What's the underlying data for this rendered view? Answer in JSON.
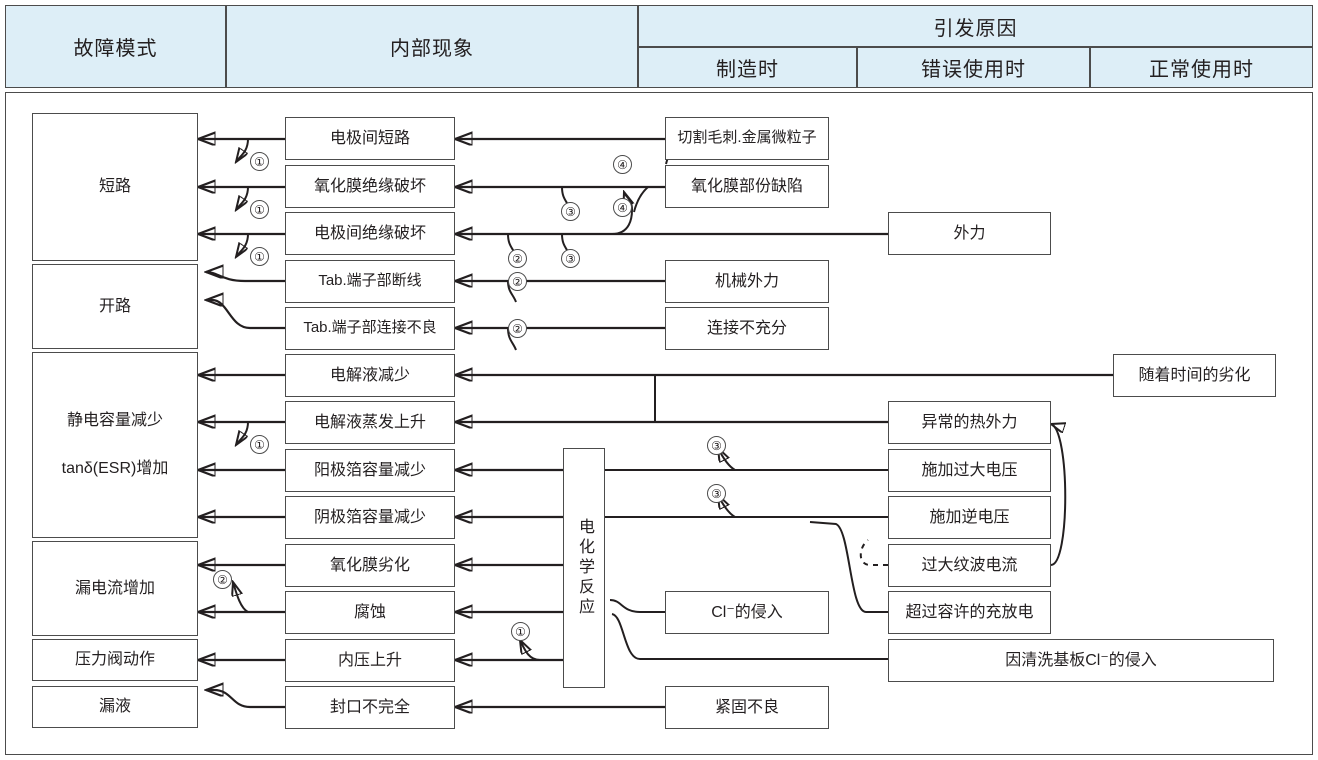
{
  "header": {
    "col_fault_mode": "故障模式",
    "col_internal": "内部现象",
    "col_causes": "引发原因",
    "sub_manufacturing": "制造时",
    "sub_misuse": "错误使用时",
    "sub_normal": "正常使用时"
  },
  "fault_modes": [
    {
      "id": "short",
      "label": "短路"
    },
    {
      "id": "open",
      "label": "开路"
    },
    {
      "id": "cap-drop",
      "label": "静电容量减少\n\ntanδ(ESR)增加"
    },
    {
      "id": "leak-current",
      "label": "漏电流增加"
    },
    {
      "id": "valve",
      "label": "压力阀动作"
    },
    {
      "id": "liquid-leak",
      "label": "漏液"
    }
  ],
  "internal_phenomena": [
    {
      "id": "ip1",
      "label": "电极间短路"
    },
    {
      "id": "ip2",
      "label": "氧化膜绝缘破坏"
    },
    {
      "id": "ip3",
      "label": "电极间绝缘破坏"
    },
    {
      "id": "ip4",
      "label": "Tab.端子部断线"
    },
    {
      "id": "ip5",
      "label": "Tab.端子部连接不良"
    },
    {
      "id": "ip6",
      "label": "电解液减少"
    },
    {
      "id": "ip7",
      "label": "电解液蒸发上升"
    },
    {
      "id": "ip8",
      "label": "阳极箔容量减少"
    },
    {
      "id": "ip9",
      "label": "阴极箔容量减少"
    },
    {
      "id": "ip10",
      "label": "氧化膜劣化"
    },
    {
      "id": "ip11",
      "label": "腐蚀"
    },
    {
      "id": "ip12",
      "label": "内压上升"
    },
    {
      "id": "ip13",
      "label": "封口不完全"
    }
  ],
  "mid_node": {
    "id": "echem",
    "label": "电化学反应"
  },
  "causes_manufacturing": [
    {
      "id": "cm1",
      "label": "切割毛刺.金属微粒子"
    },
    {
      "id": "cm2",
      "label": "氧化膜部份缺陷"
    },
    {
      "id": "cm3",
      "label": "机械外力"
    },
    {
      "id": "cm4",
      "label": "连接不充分"
    },
    {
      "id": "cm5",
      "label": "Cl⁻的侵入"
    },
    {
      "id": "cm6",
      "label": "紧固不良"
    }
  ],
  "causes_misuse": [
    {
      "id": "cu1",
      "label": "外力"
    },
    {
      "id": "cu2",
      "label": "异常的热外力"
    },
    {
      "id": "cu3",
      "label": "施加过大电压"
    },
    {
      "id": "cu4",
      "label": "施加逆电压"
    },
    {
      "id": "cu5",
      "label": "过大纹波电流"
    },
    {
      "id": "cu6",
      "label": "超过容许的充放电"
    },
    {
      "id": "cu7",
      "label": "因清洗基板Cl⁻的侵入"
    }
  ],
  "causes_normal": [
    {
      "id": "cn1",
      "label": "随着时间的劣化"
    }
  ],
  "markers": [
    {
      "id": "m1",
      "label": "①"
    },
    {
      "id": "m2",
      "label": "①"
    },
    {
      "id": "m3",
      "label": "①"
    },
    {
      "id": "m4",
      "label": "①"
    },
    {
      "id": "m5",
      "label": "①"
    },
    {
      "id": "m6",
      "label": "②"
    },
    {
      "id": "m7",
      "label": "②"
    },
    {
      "id": "m8",
      "label": "②"
    },
    {
      "id": "m9",
      "label": "②"
    },
    {
      "id": "m10",
      "label": "③"
    },
    {
      "id": "m11",
      "label": "③"
    },
    {
      "id": "m12",
      "label": "③"
    },
    {
      "id": "m13",
      "label": "③"
    },
    {
      "id": "m14",
      "label": "④"
    },
    {
      "id": "m15",
      "label": "④"
    }
  ],
  "colors": {
    "header_bg": "#ddeef7",
    "line": "#231f20",
    "border": "#4c4c4c",
    "text": "#231f20"
  }
}
